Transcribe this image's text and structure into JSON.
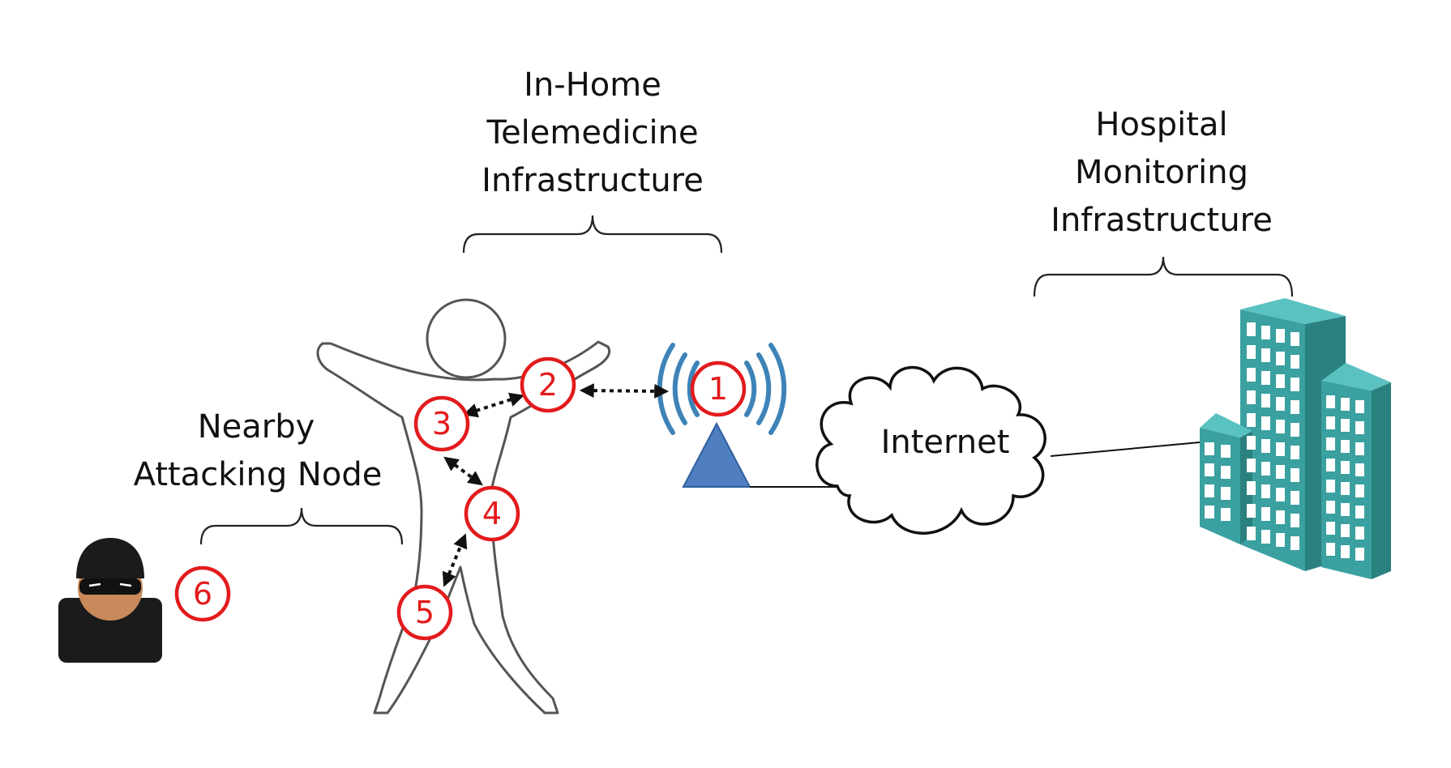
{
  "labels": {
    "in_home": [
      "In-Home",
      "Telemedicine",
      "Infrastructure"
    ],
    "hospital": [
      "Hospital",
      "Monitoring",
      "Infrastructure"
    ],
    "nearby": [
      "Nearby",
      "Attacking Node"
    ],
    "internet": "Internet"
  },
  "nodes": [
    "1",
    "2",
    "3",
    "4",
    "5",
    "6"
  ],
  "icons": {
    "person": "human-outline-icon",
    "attacker": "hacker-icon",
    "antenna": "wireless-antenna-icon",
    "cloud": "cloud-icon",
    "building": "hospital-building-icon"
  },
  "colors": {
    "marker": "#e31a1c",
    "antenna_waves": "#3e83b8",
    "antenna_base": "#4f7fc0",
    "building": "#3aa0a0"
  }
}
